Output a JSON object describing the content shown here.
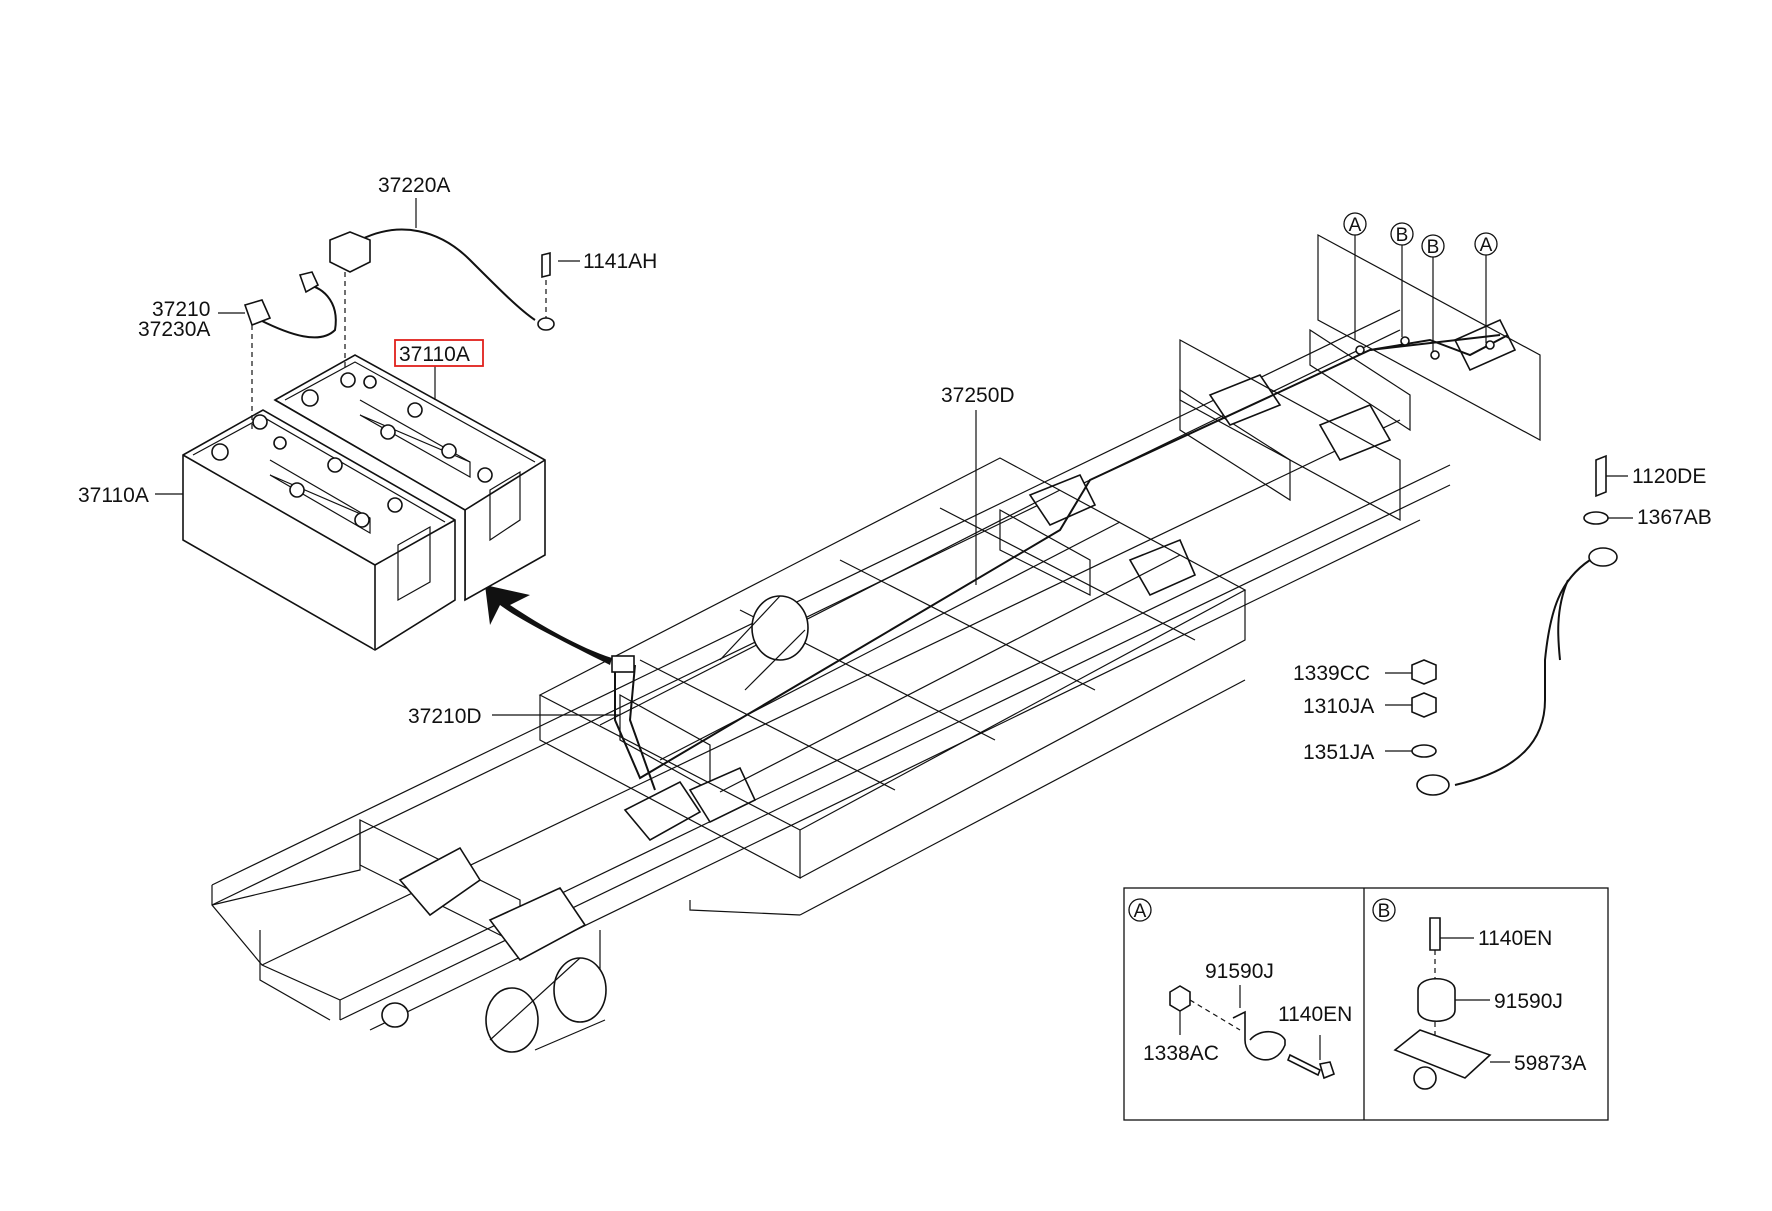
{
  "colors": {
    "line": "#111111",
    "highlight": "#e0201b",
    "background": "#ffffff"
  },
  "labels": {
    "cable_37220A": "37220A",
    "bolt_1141AH": "1141AH",
    "cable_37210": "37210",
    "cable_37230A": "37230A",
    "battery_37110A_highlight": "37110A",
    "battery_37110A": "37110A",
    "harness_37250D": "37250D",
    "harness_37210D": "37210D",
    "bolt_1120DE": "1120DE",
    "washer_1367AB": "1367AB",
    "nut_1339CC": "1339CC",
    "nut_1310JA": "1310JA",
    "washer_1351JA": "1351JA"
  },
  "callouts_top": [
    "A",
    "B",
    "B",
    "A"
  ],
  "detail_a": {
    "marker": "A",
    "clip_91590J": "91590J",
    "bolt_1140EN": "1140EN",
    "nut_1338AC": "1338AC"
  },
  "detail_b": {
    "marker": "B",
    "bolt_1140EN": "1140EN",
    "clip_91590J": "91590J",
    "bracket_59873A": "59873A"
  }
}
